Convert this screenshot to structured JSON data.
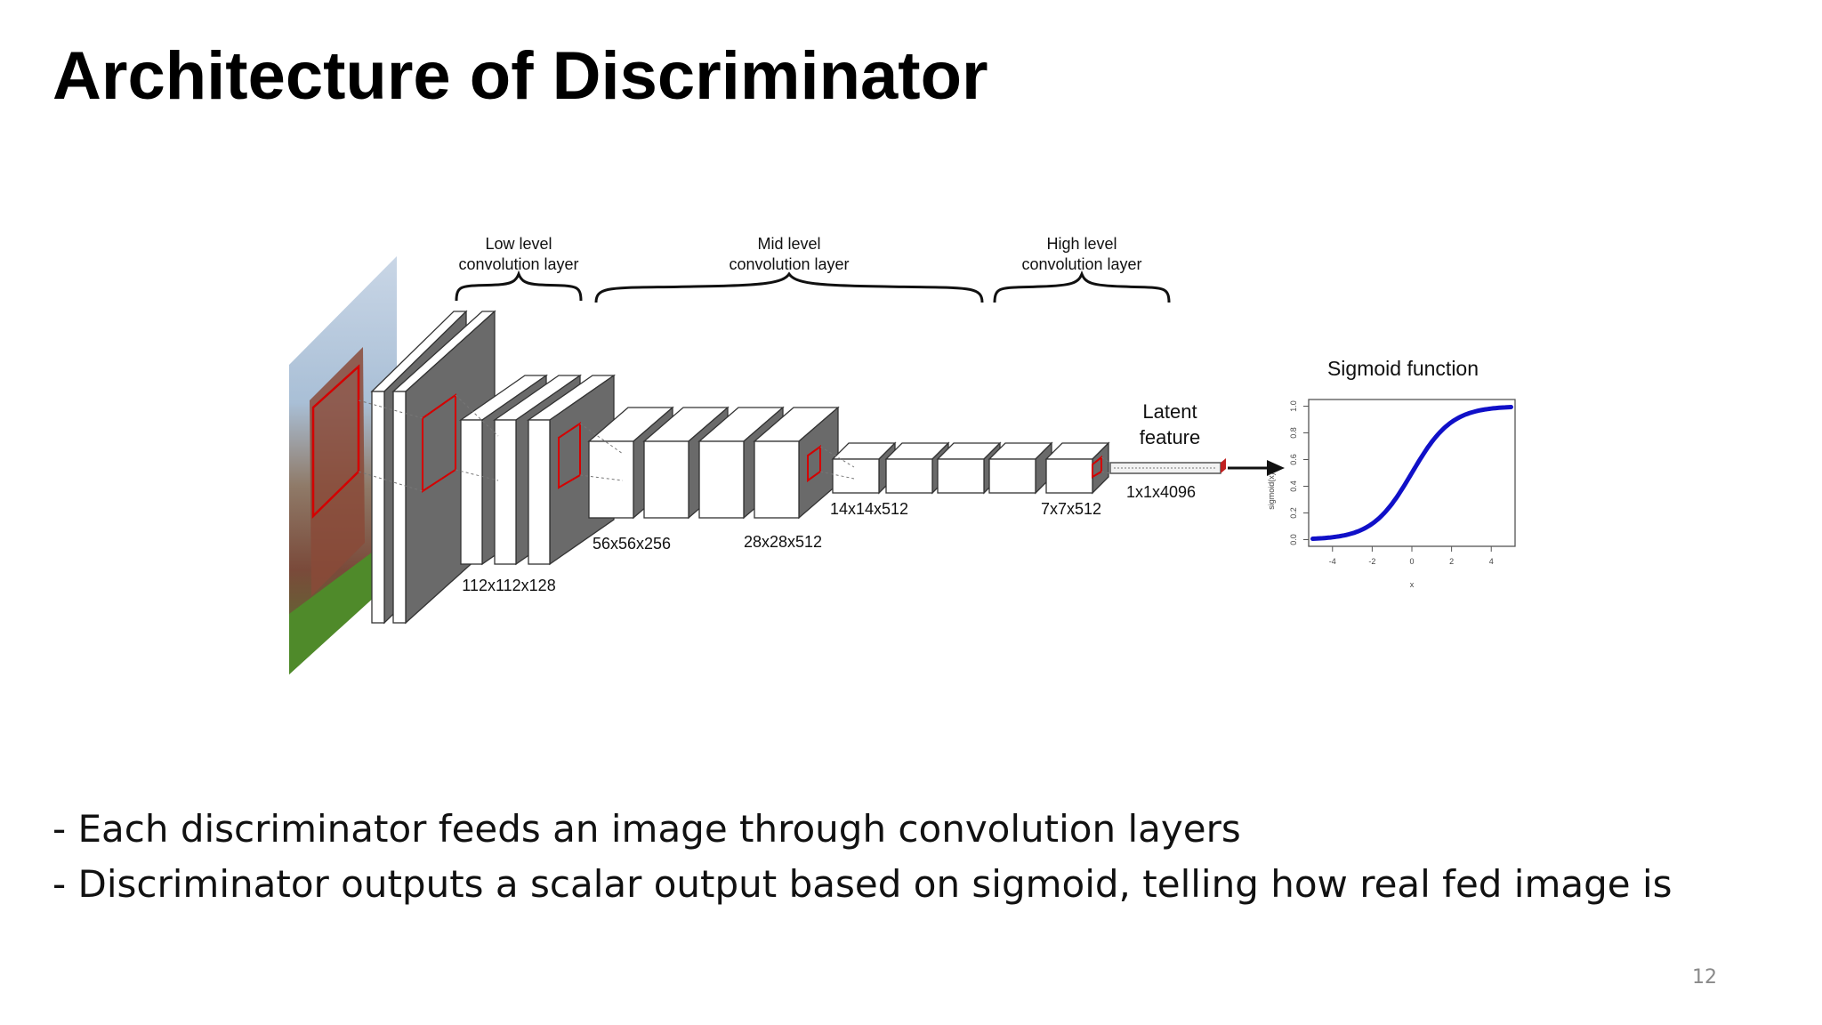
{
  "slide": {
    "title": "Architecture of Discriminator",
    "page_number": "12"
  },
  "diagram": {
    "groups": [
      {
        "line1": "Low level",
        "line2": "convolution  layer"
      },
      {
        "line1": "Mid level",
        "line2": "convolution  layer"
      },
      {
        "line1": "High level",
        "line2": "convolution  layer"
      }
    ],
    "dimensions": [
      "112x112x128",
      "56x56x256",
      "28x28x512",
      "14x14x512",
      "7x7x512",
      "1x1x4096"
    ],
    "latent": {
      "line1": "Latent",
      "line2": "feature"
    },
    "sigmoid": {
      "title": "Sigmoid function",
      "ylabel": "sigmoid(x)",
      "xlabel": "x",
      "yticks": [
        "0.0",
        "0.2",
        "0.4",
        "0.6",
        "0.8",
        "1.0"
      ],
      "xticks": [
        "-4",
        "-2",
        "0",
        "2",
        "4"
      ],
      "color": "#1010c8"
    },
    "accent_color": "#d40000"
  },
  "bullets": [
    "- Each discriminator feeds an image through convolution layers",
    "- Discriminator outputs a scalar output based on sigmoid, telling how real fed image is"
  ]
}
